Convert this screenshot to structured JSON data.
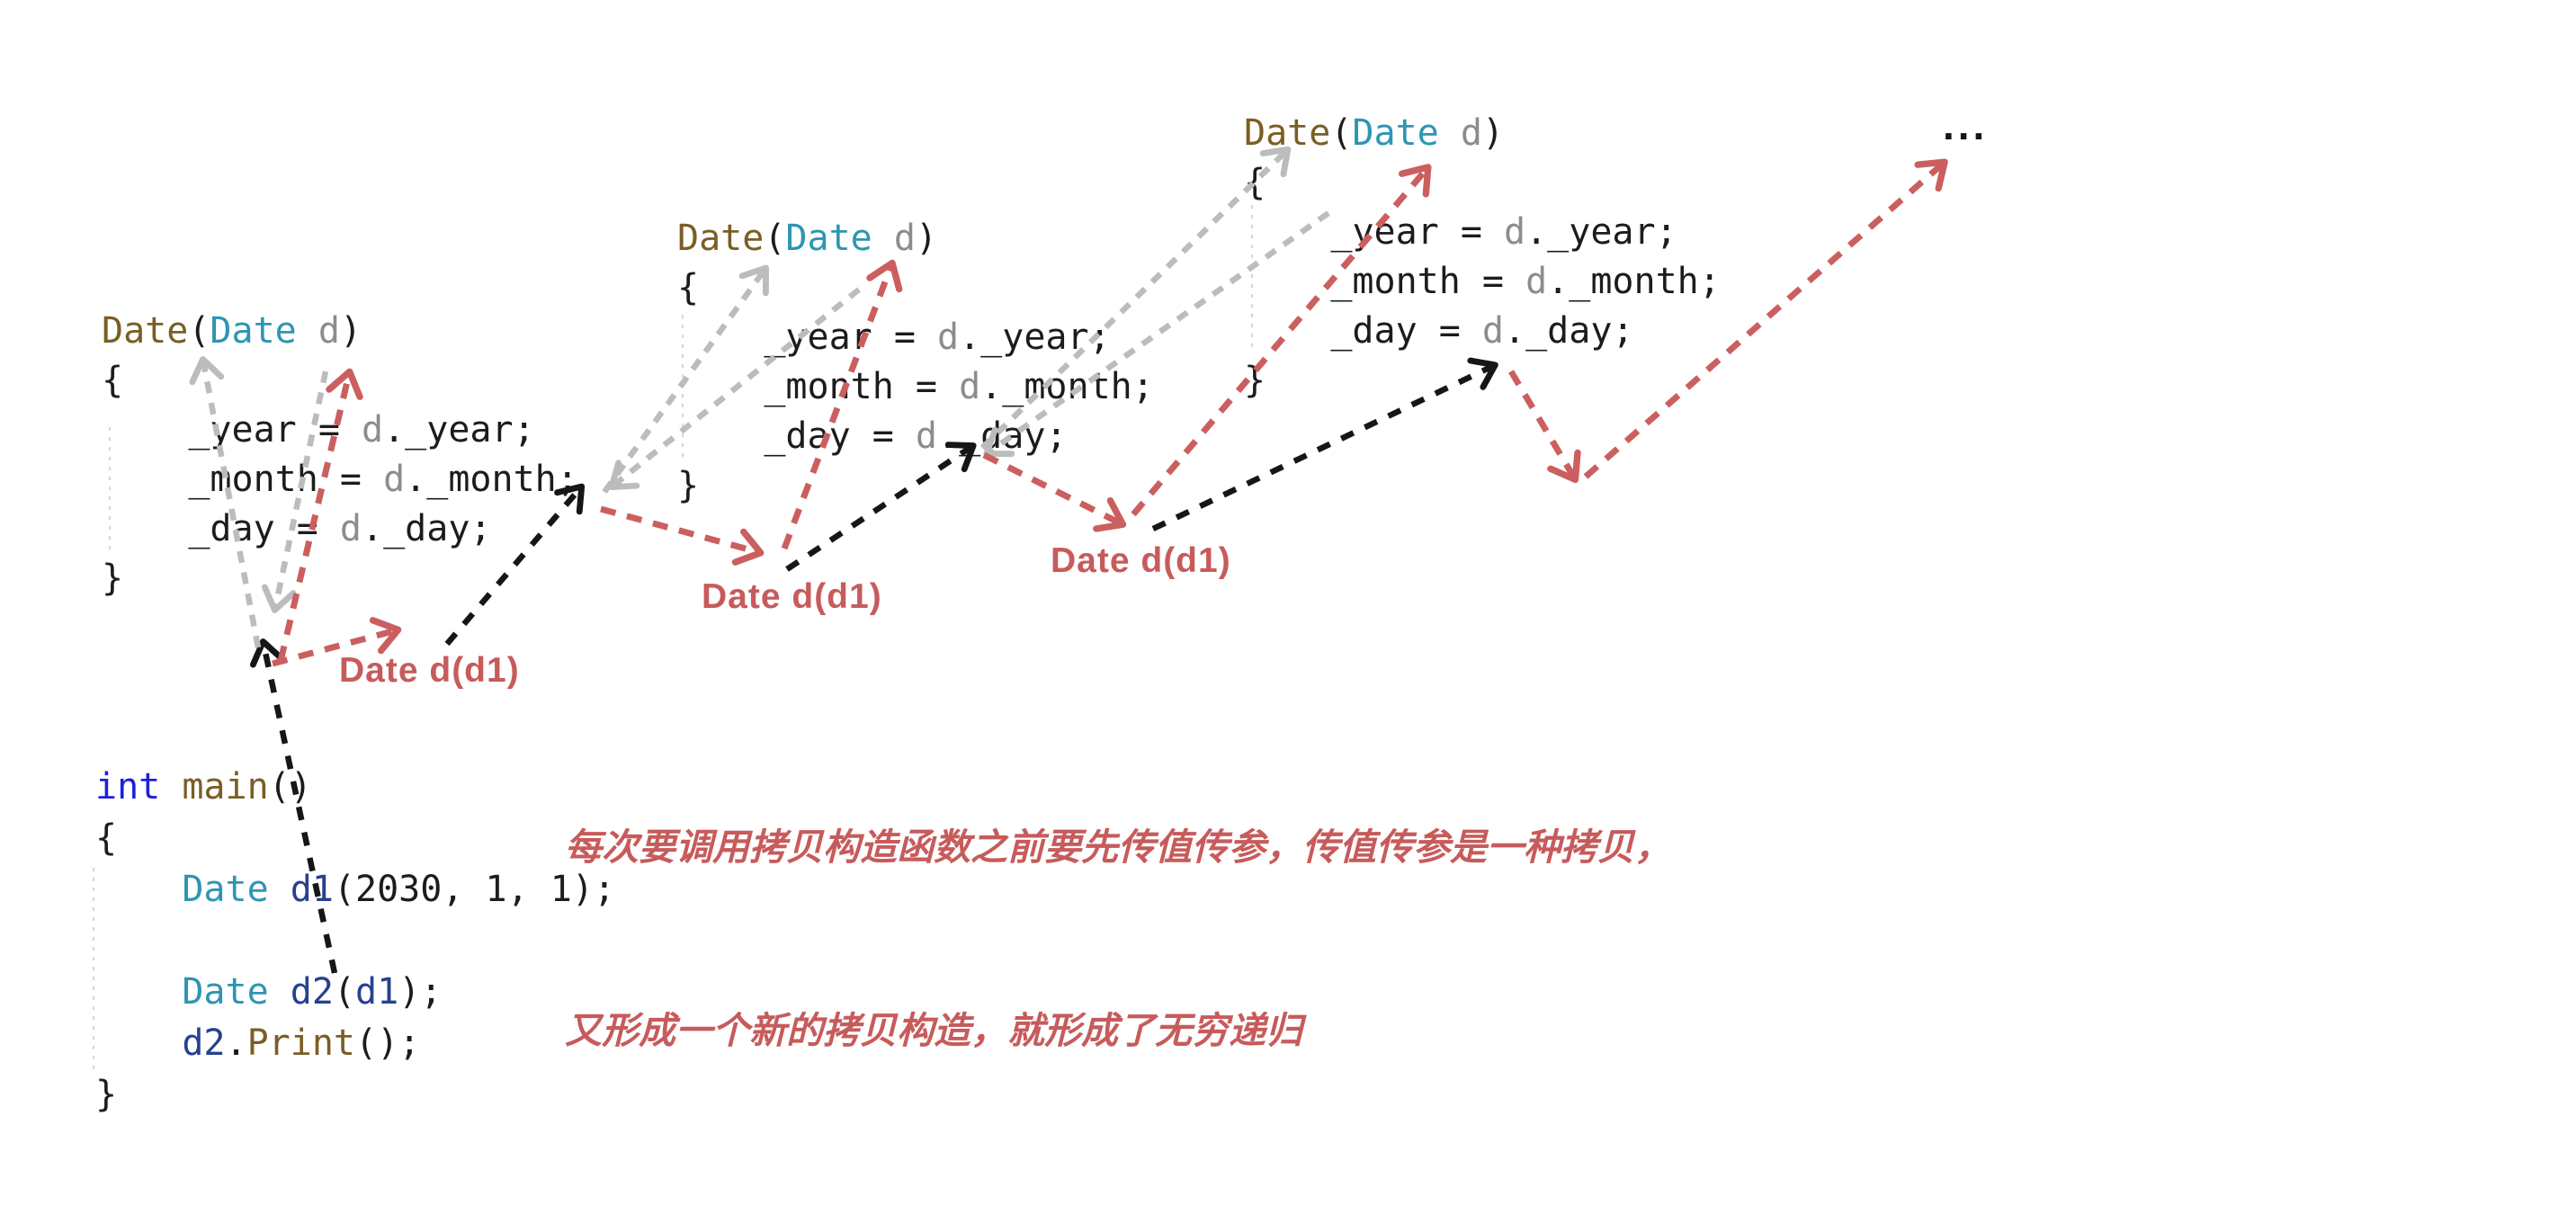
{
  "colors": {
    "keyword": "#1f1fdd",
    "function": "#7a5e24",
    "type": "#2e95b3",
    "variable": "#27408f",
    "param": "#8c8c8c",
    "plain": "#1c1c1c",
    "red": "#c75b5b",
    "red_arrow": "#cb5f5f",
    "gray_arrow": "#bcbcbc",
    "black_arrow": "#161616",
    "guide": "#d6d6d6"
  },
  "ctor_code": {
    "lines": [
      [
        {
          "t": "Date",
          "c": "fn"
        },
        {
          "t": "(",
          "c": "pl"
        },
        {
          "t": "Date",
          "c": "type"
        },
        {
          "t": " ",
          "c": "pl"
        },
        {
          "t": "d",
          "c": "param"
        },
        {
          "t": ")",
          "c": "pl"
        }
      ],
      [
        {
          "t": "{",
          "c": "pl"
        }
      ],
      [
        {
          "t": "    _year = ",
          "c": "pl"
        },
        {
          "t": "d",
          "c": "param"
        },
        {
          "t": "._year;",
          "c": "pl"
        }
      ],
      [
        {
          "t": "    _month = ",
          "c": "pl"
        },
        {
          "t": "d",
          "c": "param"
        },
        {
          "t": "._month;",
          "c": "pl"
        }
      ],
      [
        {
          "t": "    _day = ",
          "c": "pl"
        },
        {
          "t": "d",
          "c": "param"
        },
        {
          "t": "._day;",
          "c": "pl"
        }
      ],
      [
        {
          "t": "}",
          "c": "pl"
        }
      ]
    ]
  },
  "main_code": {
    "lines": [
      [
        {
          "t": "int",
          "c": "kw"
        },
        {
          "t": " ",
          "c": "pl"
        },
        {
          "t": "main",
          "c": "fn"
        },
        {
          "t": "()",
          "c": "pl"
        }
      ],
      [
        {
          "t": "{",
          "c": "pl"
        }
      ],
      [
        {
          "t": "    ",
          "c": "pl"
        },
        {
          "t": "Date",
          "c": "type"
        },
        {
          "t": " ",
          "c": "pl"
        },
        {
          "t": "d1",
          "c": "var"
        },
        {
          "t": "(2030, 1, 1);",
          "c": "pl"
        }
      ],
      [],
      [
        {
          "t": "    ",
          "c": "pl"
        },
        {
          "t": "Date",
          "c": "type"
        },
        {
          "t": " ",
          "c": "pl"
        },
        {
          "t": "d2",
          "c": "var"
        },
        {
          "t": "(",
          "c": "pl"
        },
        {
          "t": "d1",
          "c": "var"
        },
        {
          "t": ");",
          "c": "pl"
        }
      ],
      [
        {
          "t": "    ",
          "c": "pl"
        },
        {
          "t": "d2",
          "c": "var"
        },
        {
          "t": ".",
          "c": "pl"
        },
        {
          "t": "Print",
          "c": "fn"
        },
        {
          "t": "();",
          "c": "pl"
        }
      ],
      [
        {
          "t": "}",
          "c": "pl"
        }
      ]
    ]
  },
  "labels": {
    "copy_call": "Date d(d1)"
  },
  "annotation": {
    "line1": "每次要调用拷贝构造函数之前要先传值传参，传值传参是一种拷贝，",
    "line2": "又形成一个新的拷贝构造，就形成了无穷递归"
  },
  "ellipsis": "..."
}
